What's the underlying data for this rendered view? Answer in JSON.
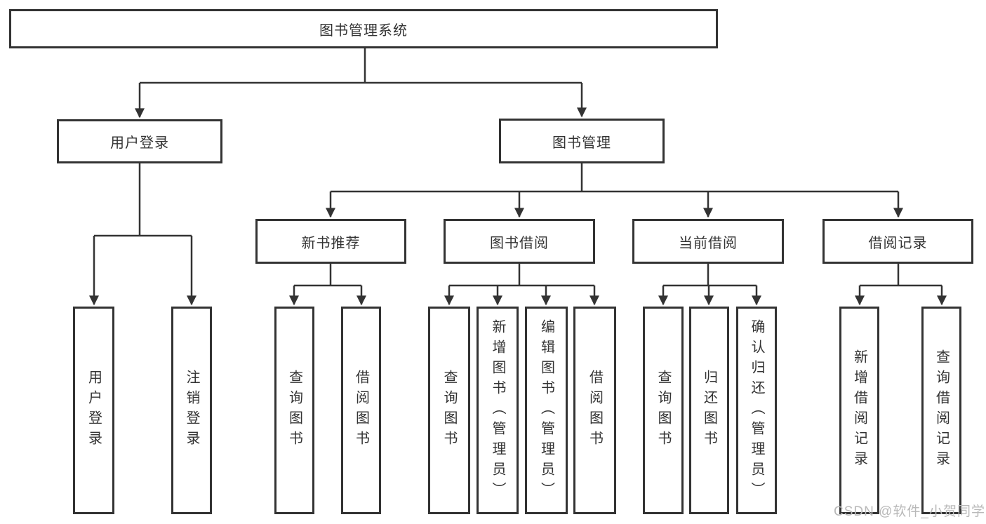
{
  "colors": {
    "line": "#333333",
    "text": "#333333",
    "box_background": "#ffffff",
    "watermark": "#b9b9b9"
  },
  "watermark": "CSDN @软件_小贺同学",
  "tree": {
    "root": "图书管理系统",
    "branches": [
      {
        "label": "用户登录",
        "children": [
          "用户登录",
          "注销登录"
        ]
      },
      {
        "label": "图书管理",
        "groups": [
          {
            "label": "新书推荐",
            "children": [
              "查询图书",
              "借阅图书"
            ]
          },
          {
            "label": "图书借阅",
            "children": [
              "查询图书",
              "新增图书（管理员）",
              "编辑图书（管理员）",
              "借阅图书"
            ]
          },
          {
            "label": "当前借阅",
            "children": [
              "查询图书",
              "归还图书",
              "确认归还（管理员）"
            ]
          },
          {
            "label": "借阅记录",
            "children": [
              "新增借阅记录",
              "查询借阅记录"
            ]
          }
        ]
      }
    ]
  }
}
